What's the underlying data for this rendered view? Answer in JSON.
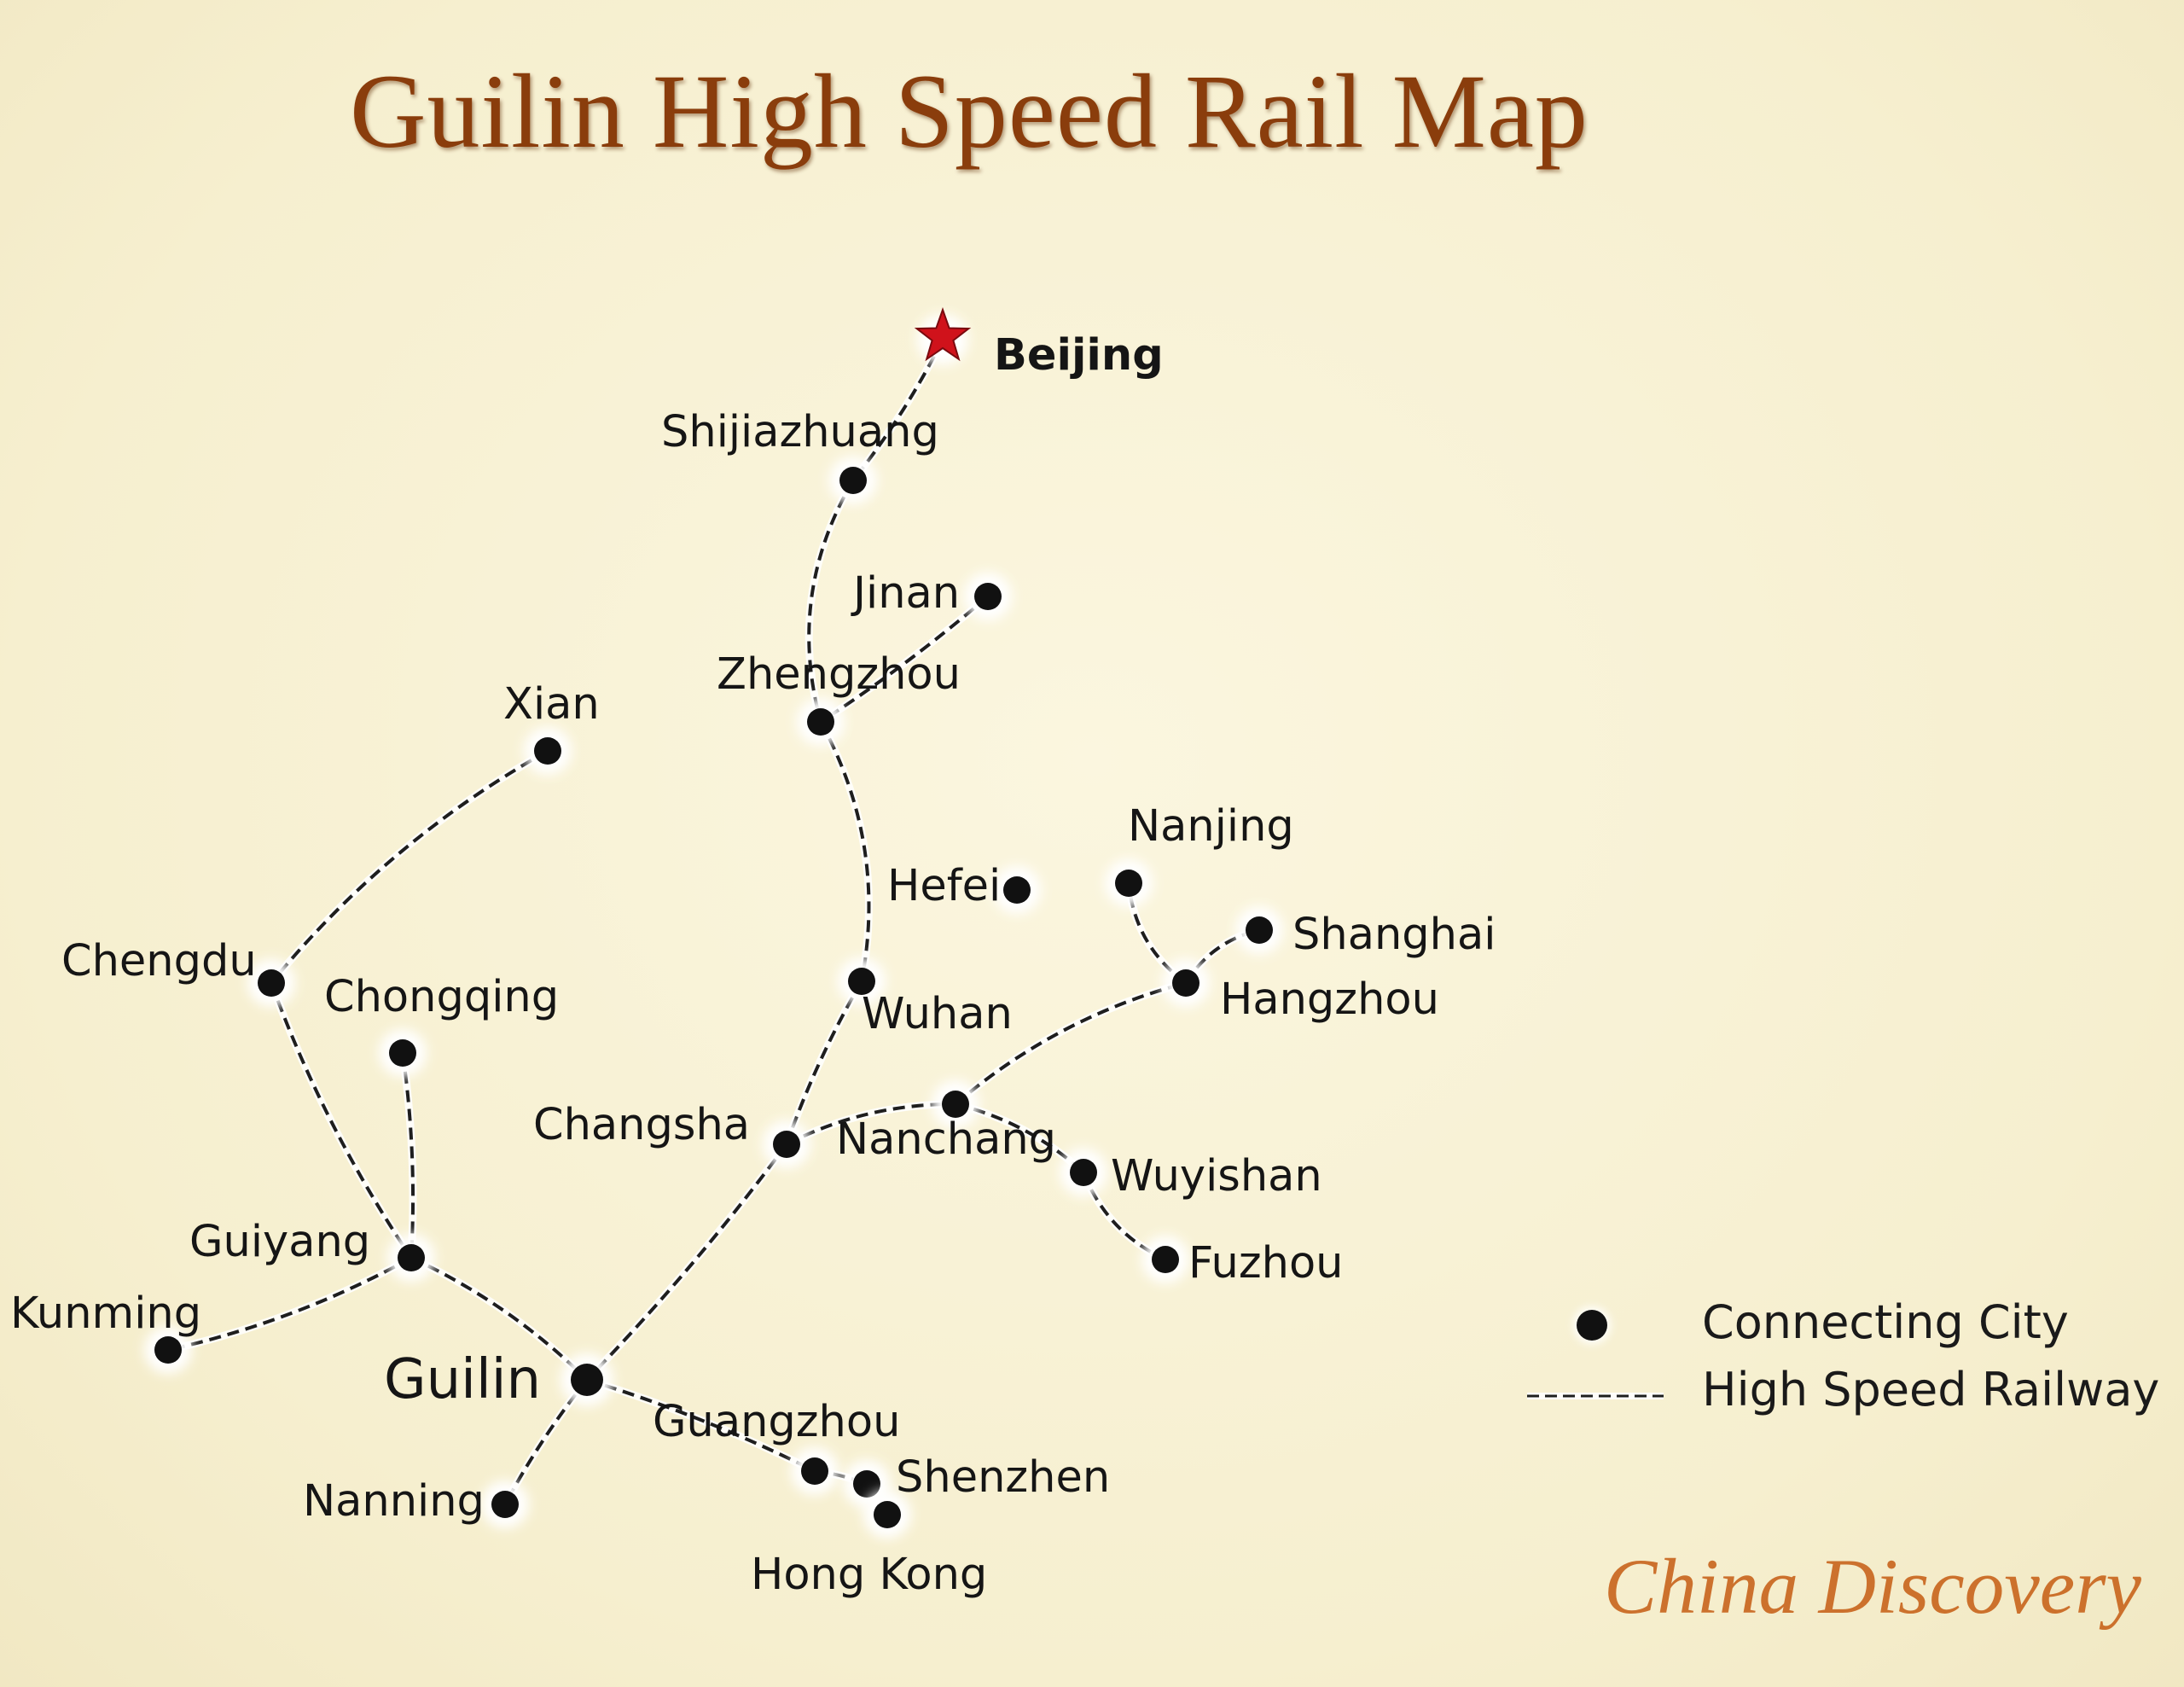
{
  "title": "Guilin High Speed Rail Map",
  "cities": [
    {
      "id": "beijing",
      "label": "Beijing",
      "bold": true,
      "capital": true
    },
    {
      "id": "shijiazhuang",
      "label": "Shijiazhuang"
    },
    {
      "id": "jinan",
      "label": "Jinan"
    },
    {
      "id": "zhengzhou",
      "label": "Zhengzhou"
    },
    {
      "id": "xian",
      "label": "Xian"
    },
    {
      "id": "hefei",
      "label": "Hefei"
    },
    {
      "id": "nanjing",
      "label": "Nanjing"
    },
    {
      "id": "shanghai",
      "label": "Shanghai"
    },
    {
      "id": "hangzhou",
      "label": "Hangzhou"
    },
    {
      "id": "chengdu",
      "label": "Chengdu"
    },
    {
      "id": "chongqing",
      "label": "Chongqing"
    },
    {
      "id": "wuhan",
      "label": "Wuhan"
    },
    {
      "id": "changsha",
      "label": "Changsha"
    },
    {
      "id": "nanchang",
      "label": "Nanchang"
    },
    {
      "id": "wuyishan",
      "label": "Wuyishan"
    },
    {
      "id": "fuzhou",
      "label": "Fuzhou"
    },
    {
      "id": "guiyang",
      "label": "Guiyang"
    },
    {
      "id": "kunming",
      "label": "Kunming"
    },
    {
      "id": "guilin",
      "label": "Guilin",
      "big": true
    },
    {
      "id": "guangzhou",
      "label": "Guangzhou"
    },
    {
      "id": "shenzhen",
      "label": "Shenzhen"
    },
    {
      "id": "nanning",
      "label": "Nanning"
    },
    {
      "id": "hongkong",
      "label": "Hong Kong"
    }
  ],
  "routes": [
    [
      "beijing",
      "shijiazhuang"
    ],
    [
      "shijiazhuang",
      "zhengzhou"
    ],
    [
      "jinan",
      "zhengzhou"
    ],
    [
      "zhengzhou",
      "wuhan"
    ],
    [
      "wuhan",
      "changsha"
    ],
    [
      "changsha",
      "guilin"
    ],
    [
      "xian",
      "chengdu"
    ],
    [
      "chengdu",
      "guiyang"
    ],
    [
      "chongqing",
      "guiyang"
    ],
    [
      "guiyang",
      "kunming"
    ],
    [
      "guiyang",
      "guilin"
    ],
    [
      "guilin",
      "nanning"
    ],
    [
      "guilin",
      "guangzhou"
    ],
    [
      "guangzhou",
      "shenzhen"
    ],
    [
      "changsha",
      "nanchang"
    ],
    [
      "nanchang",
      "hangzhou"
    ],
    [
      "hangzhou",
      "nanjing"
    ],
    [
      "hangzhou",
      "shanghai"
    ],
    [
      "nanchang",
      "wuyishan"
    ],
    [
      "wuyishan",
      "fuzhou"
    ]
  ],
  "legend": {
    "connecting_city": "Connecting City",
    "high_speed_railway": "High Speed Railway"
  },
  "watermark": "China Discovery",
  "colors": {
    "background": "#f8f2d6",
    "title": "#8a3d0c",
    "city_dot": "#111111",
    "rail": "#1e1e1e",
    "capital_star": "#d0121b",
    "watermark": "#c8641c"
  }
}
